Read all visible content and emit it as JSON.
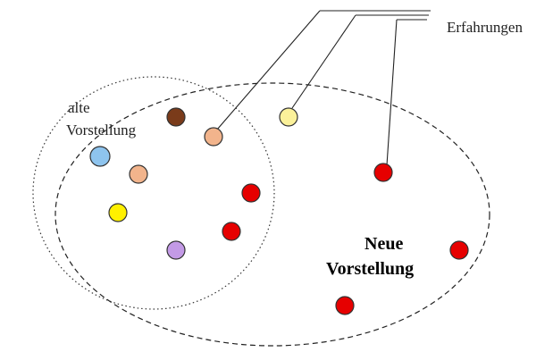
{
  "labels": {
    "experiences": "Erfahrungen",
    "old_concept_line1": "alte",
    "old_concept_line2": "Vorstellung",
    "new_concept_line1": "Neue",
    "new_concept_line2": "Vorstellung"
  },
  "colors": {
    "dark_brown": "#7a3b1a",
    "peach": "#f2b48c",
    "light_yellow": "#fbf19a",
    "light_blue": "#8ec4ee",
    "yellow": "#fff000",
    "purple": "#c39ae6",
    "red": "#e60000",
    "outline": "#333333"
  }
}
